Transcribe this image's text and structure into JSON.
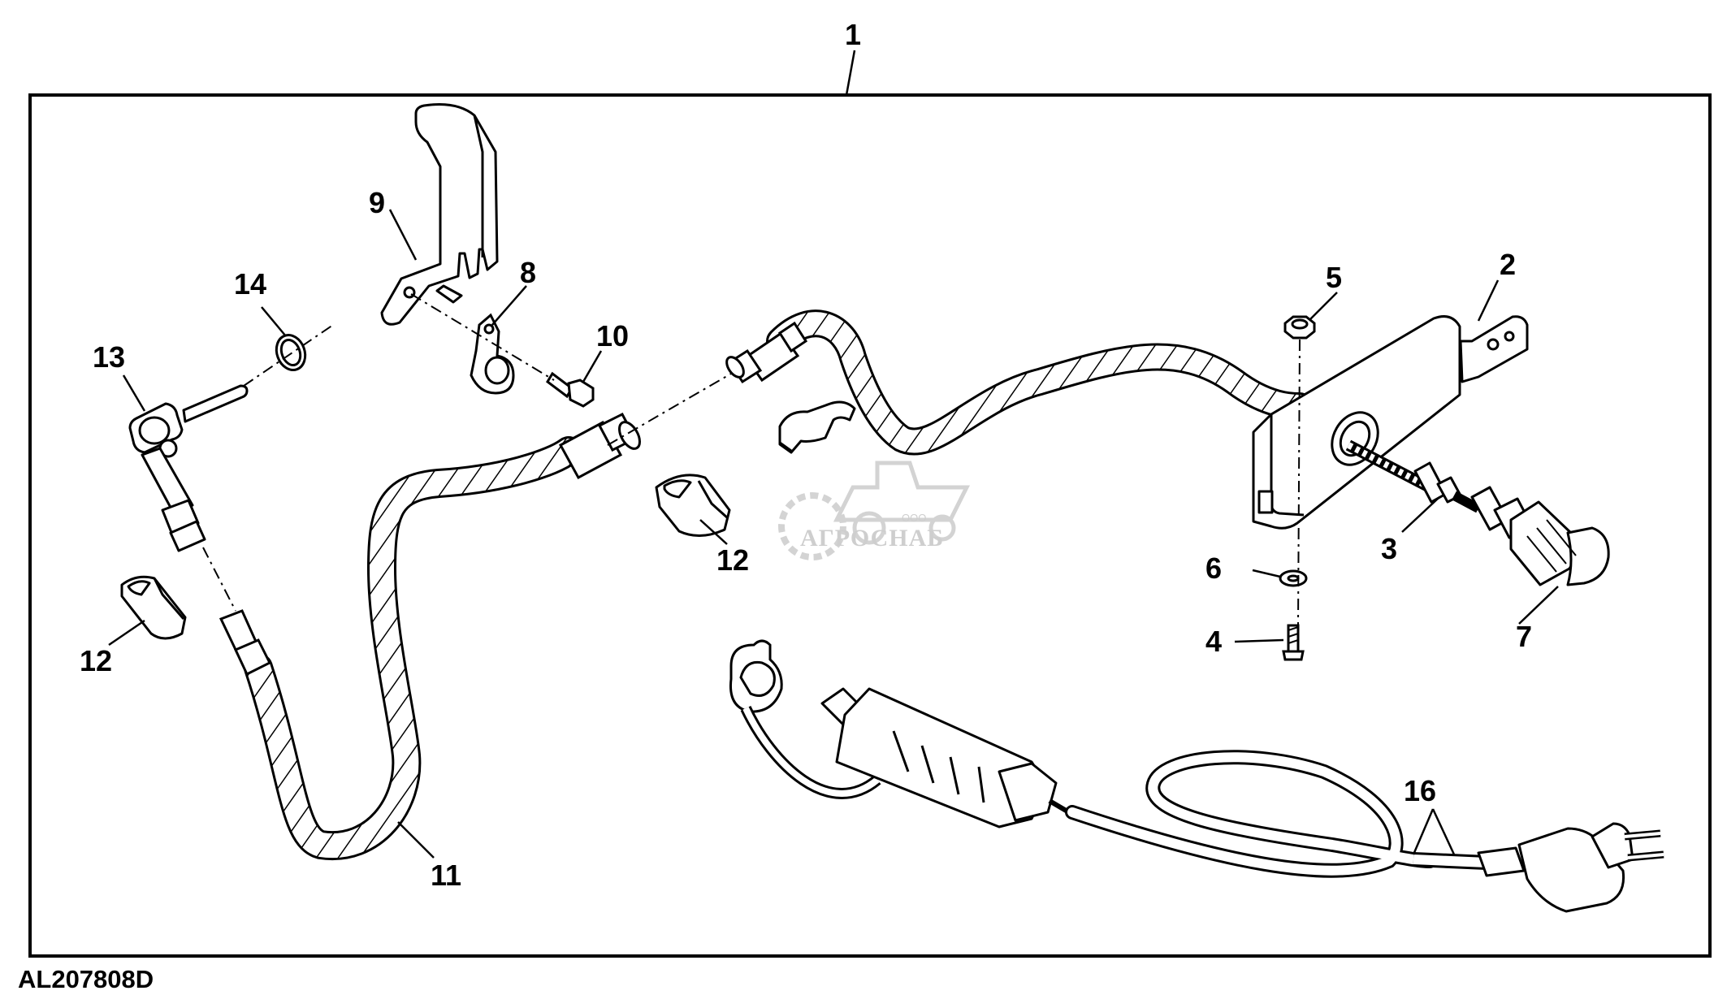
{
  "figure_id": "AL207808D",
  "watermark": {
    "company_prefix": "ООО",
    "company_name": "АГРОСНАБ"
  },
  "callouts": {
    "c1": "1",
    "c2": "2",
    "c3": "3",
    "c4": "4",
    "c5": "5",
    "c6": "6",
    "c7": "7",
    "c8": "8",
    "c9": "9",
    "c10": "10",
    "c11": "11",
    "c12a": "12",
    "c12b": "12",
    "c13": "13",
    "c14": "14",
    "c16": "16"
  }
}
